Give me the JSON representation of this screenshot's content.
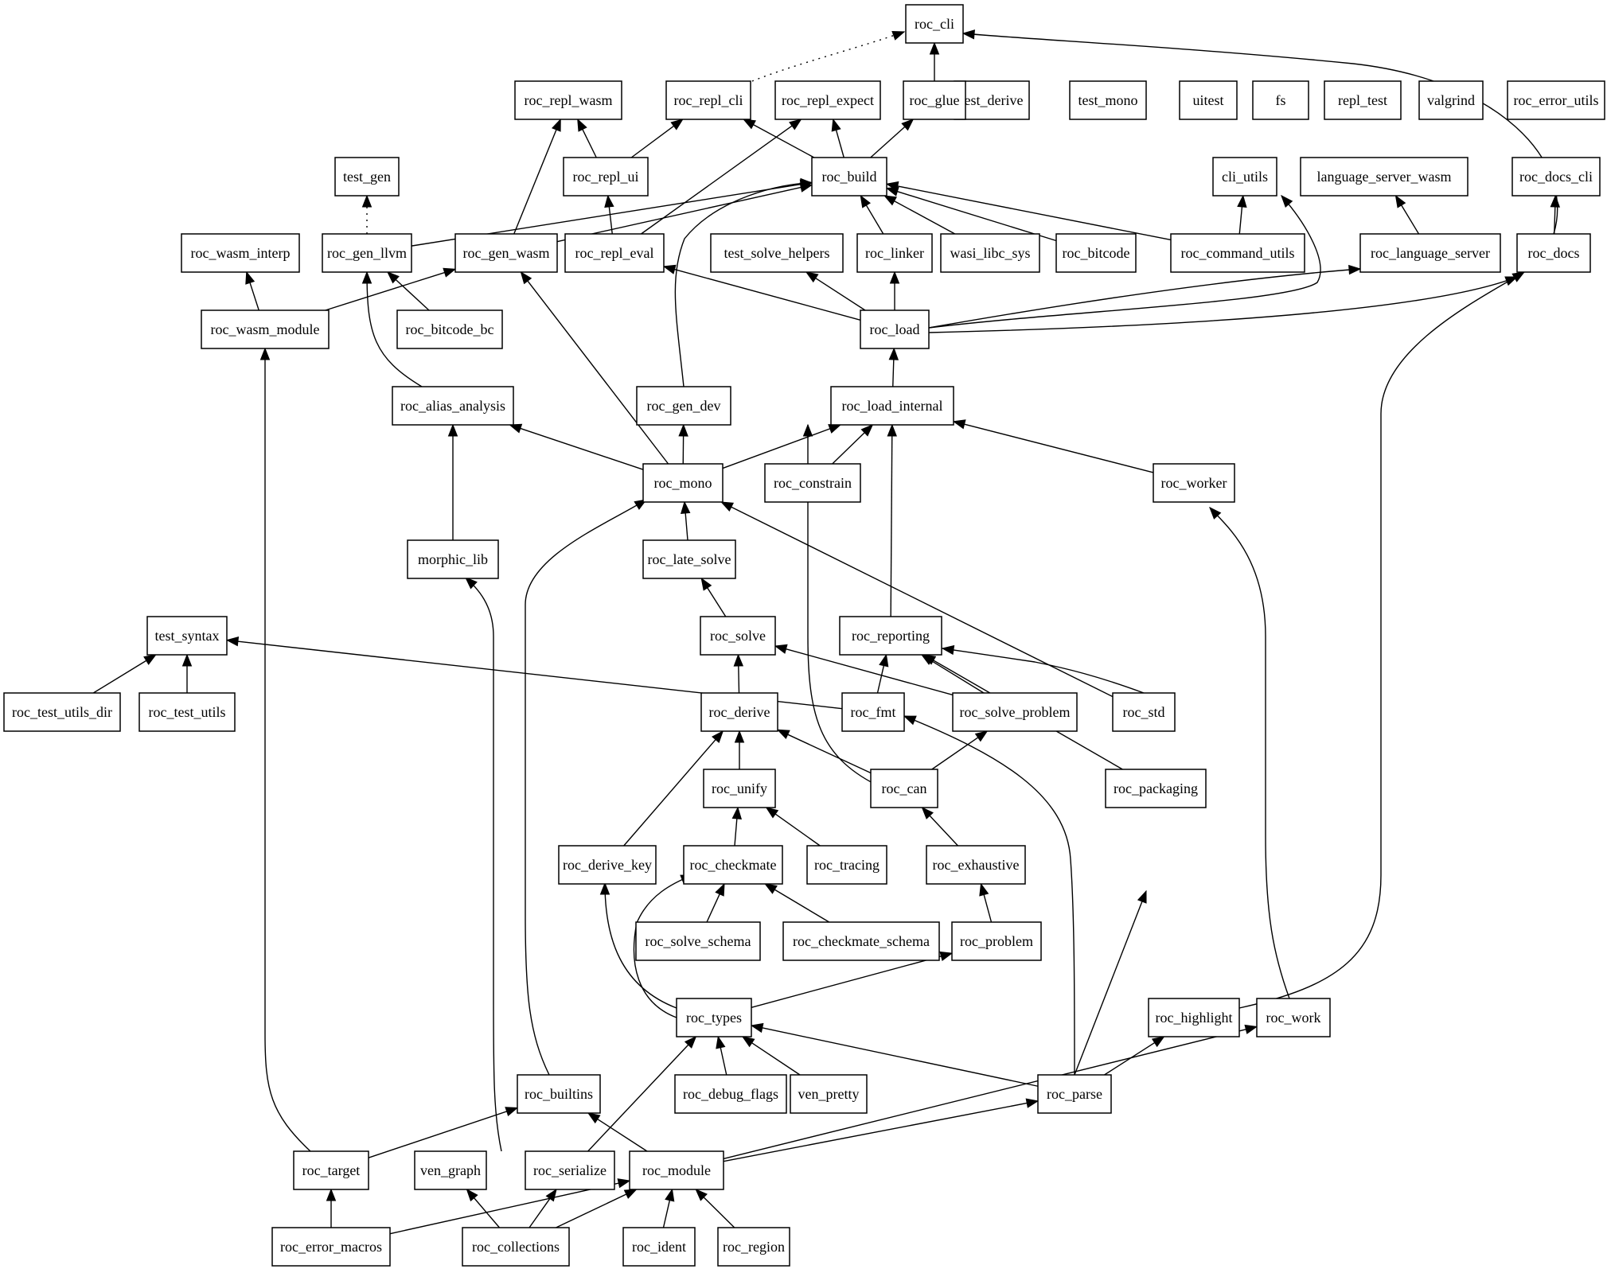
{
  "graph": {
    "nodes": [
      {
        "id": "roc_cli",
        "label": "roc_cli"
      },
      {
        "id": "test_derive",
        "label": "test_derive"
      },
      {
        "id": "test_mono",
        "label": "test_mono"
      },
      {
        "id": "uitest",
        "label": "uitest"
      },
      {
        "id": "fs",
        "label": "fs"
      },
      {
        "id": "repl_test",
        "label": "repl_test"
      },
      {
        "id": "valgrind",
        "label": "valgrind"
      },
      {
        "id": "roc_error_utils",
        "label": "roc_error_utils"
      },
      {
        "id": "roc_repl_wasm",
        "label": "roc_repl_wasm"
      },
      {
        "id": "roc_repl_cli",
        "label": "roc_repl_cli"
      },
      {
        "id": "roc_repl_expect",
        "label": "roc_repl_expect"
      },
      {
        "id": "roc_glue",
        "label": "roc_glue"
      },
      {
        "id": "test_gen",
        "label": "test_gen"
      },
      {
        "id": "roc_repl_ui",
        "label": "roc_repl_ui"
      },
      {
        "id": "roc_build",
        "label": "roc_build"
      },
      {
        "id": "cli_utils",
        "label": "cli_utils"
      },
      {
        "id": "language_server_wasm",
        "label": "language_server_wasm"
      },
      {
        "id": "roc_docs_cli",
        "label": "roc_docs_cli"
      },
      {
        "id": "roc_wasm_interp",
        "label": "roc_wasm_interp"
      },
      {
        "id": "roc_gen_llvm",
        "label": "roc_gen_llvm"
      },
      {
        "id": "roc_gen_wasm",
        "label": "roc_gen_wasm"
      },
      {
        "id": "roc_repl_eval",
        "label": "roc_repl_eval"
      },
      {
        "id": "test_solve_helpers",
        "label": "test_solve_helpers"
      },
      {
        "id": "roc_linker",
        "label": "roc_linker"
      },
      {
        "id": "wasi_libc_sys",
        "label": "wasi_libc_sys"
      },
      {
        "id": "roc_bitcode",
        "label": "roc_bitcode"
      },
      {
        "id": "roc_command_utils",
        "label": "roc_command_utils"
      },
      {
        "id": "roc_language_server",
        "label": "roc_language_server"
      },
      {
        "id": "roc_docs",
        "label": "roc_docs"
      },
      {
        "id": "roc_wasm_module",
        "label": "roc_wasm_module"
      },
      {
        "id": "roc_bitcode_bc",
        "label": "roc_bitcode_bc"
      },
      {
        "id": "roc_load",
        "label": "roc_load"
      },
      {
        "id": "roc_alias_analysis",
        "label": "roc_alias_analysis"
      },
      {
        "id": "roc_gen_dev",
        "label": "roc_gen_dev"
      },
      {
        "id": "roc_load_internal",
        "label": "roc_load_internal"
      },
      {
        "id": "roc_mono",
        "label": "roc_mono"
      },
      {
        "id": "roc_constrain",
        "label": "roc_constrain"
      },
      {
        "id": "roc_worker",
        "label": "roc_worker"
      },
      {
        "id": "morphic_lib",
        "label": "morphic_lib"
      },
      {
        "id": "roc_late_solve",
        "label": "roc_late_solve"
      },
      {
        "id": "test_syntax",
        "label": "test_syntax"
      },
      {
        "id": "roc_solve",
        "label": "roc_solve"
      },
      {
        "id": "roc_reporting",
        "label": "roc_reporting"
      },
      {
        "id": "roc_test_utils_dir",
        "label": "roc_test_utils_dir"
      },
      {
        "id": "roc_test_utils",
        "label": "roc_test_utils"
      },
      {
        "id": "roc_derive",
        "label": "roc_derive"
      },
      {
        "id": "roc_fmt",
        "label": "roc_fmt"
      },
      {
        "id": "roc_solve_problem",
        "label": "roc_solve_problem"
      },
      {
        "id": "roc_std",
        "label": "roc_std"
      },
      {
        "id": "roc_unify",
        "label": "roc_unify"
      },
      {
        "id": "roc_can",
        "label": "roc_can"
      },
      {
        "id": "roc_packaging",
        "label": "roc_packaging"
      },
      {
        "id": "roc_derive_key",
        "label": "roc_derive_key"
      },
      {
        "id": "roc_checkmate",
        "label": "roc_checkmate"
      },
      {
        "id": "roc_tracing",
        "label": "roc_tracing"
      },
      {
        "id": "roc_exhaustive",
        "label": "roc_exhaustive"
      },
      {
        "id": "roc_solve_schema",
        "label": "roc_solve_schema"
      },
      {
        "id": "roc_checkmate_schema",
        "label": "roc_checkmate_schema"
      },
      {
        "id": "roc_problem",
        "label": "roc_problem"
      },
      {
        "id": "roc_types",
        "label": "roc_types"
      },
      {
        "id": "roc_highlight",
        "label": "roc_highlight"
      },
      {
        "id": "roc_work",
        "label": "roc_work"
      },
      {
        "id": "roc_builtins",
        "label": "roc_builtins"
      },
      {
        "id": "roc_debug_flags",
        "label": "roc_debug_flags"
      },
      {
        "id": "ven_pretty",
        "label": "ven_pretty"
      },
      {
        "id": "roc_parse",
        "label": "roc_parse"
      },
      {
        "id": "roc_target",
        "label": "roc_target"
      },
      {
        "id": "ven_graph",
        "label": "ven_graph"
      },
      {
        "id": "roc_serialize",
        "label": "roc_serialize"
      },
      {
        "id": "roc_module",
        "label": "roc_module"
      },
      {
        "id": "roc_error_macros",
        "label": "roc_error_macros"
      },
      {
        "id": "roc_collections",
        "label": "roc_collections"
      },
      {
        "id": "roc_ident",
        "label": "roc_ident"
      },
      {
        "id": "roc_region",
        "label": "roc_region"
      }
    ],
    "edges": [
      {
        "from": "roc_repl_cli",
        "to": "roc_cli",
        "style": "dotted"
      },
      {
        "from": "roc_glue",
        "to": "roc_cli"
      },
      {
        "from": "roc_docs",
        "to": "roc_cli"
      },
      {
        "from": "roc_repl_ui",
        "to": "roc_repl_wasm"
      },
      {
        "from": "roc_gen_wasm",
        "to": "roc_repl_wasm"
      },
      {
        "from": "roc_repl_ui",
        "to": "roc_repl_cli"
      },
      {
        "from": "roc_build",
        "to": "roc_repl_cli"
      },
      {
        "from": "roc_build",
        "to": "roc_repl_expect"
      },
      {
        "from": "roc_repl_eval",
        "to": "roc_repl_expect"
      },
      {
        "from": "roc_build",
        "to": "roc_glue"
      },
      {
        "from": "roc_repl_eval",
        "to": "roc_repl_ui"
      },
      {
        "from": "roc_gen_llvm",
        "to": "test_gen",
        "style": "dotted"
      },
      {
        "from": "roc_gen_llvm",
        "to": "roc_build"
      },
      {
        "from": "roc_gen_wasm",
        "to": "roc_build"
      },
      {
        "from": "roc_gen_dev",
        "to": "roc_build"
      },
      {
        "from": "roc_linker",
        "to": "roc_build"
      },
      {
        "from": "wasi_libc_sys",
        "to": "roc_build"
      },
      {
        "from": "roc_bitcode",
        "to": "roc_build"
      },
      {
        "from": "roc_command_utils",
        "to": "roc_build"
      },
      {
        "from": "roc_command_utils",
        "to": "cli_utils"
      },
      {
        "from": "roc_load",
        "to": "cli_utils"
      },
      {
        "from": "roc_language_server",
        "to": "language_server_wasm"
      },
      {
        "from": "roc_docs",
        "to": "roc_docs_cli"
      },
      {
        "from": "roc_wasm_module",
        "to": "roc_wasm_interp"
      },
      {
        "from": "roc_bitcode_bc",
        "to": "roc_gen_llvm"
      },
      {
        "from": "roc_alias_analysis",
        "to": "roc_gen_llvm"
      },
      {
        "from": "roc_wasm_module",
        "to": "roc_gen_wasm"
      },
      {
        "from": "roc_mono",
        "to": "roc_gen_wasm"
      },
      {
        "from": "roc_load",
        "to": "roc_repl_eval"
      },
      {
        "from": "roc_load",
        "to": "test_solve_helpers"
      },
      {
        "from": "roc_load",
        "to": "roc_linker"
      },
      {
        "from": "roc_load",
        "to": "roc_language_server"
      },
      {
        "from": "roc_load",
        "to": "roc_docs"
      },
      {
        "from": "roc_highlight",
        "to": "roc_docs"
      },
      {
        "from": "roc_error_macros",
        "to": "roc_wasm_module"
      },
      {
        "from": "roc_load_internal",
        "to": "roc_load"
      },
      {
        "from": "roc_mono",
        "to": "roc_alias_analysis"
      },
      {
        "from": "morphic_lib",
        "to": "roc_alias_analysis"
      },
      {
        "from": "roc_mono",
        "to": "roc_gen_dev"
      },
      {
        "from": "roc_mono",
        "to": "roc_load_internal"
      },
      {
        "from": "roc_constrain",
        "to": "roc_load_internal"
      },
      {
        "from": "roc_reporting",
        "to": "roc_load_internal"
      },
      {
        "from": "roc_worker",
        "to": "roc_load_internal"
      },
      {
        "from": "roc_late_solve",
        "to": "roc_mono"
      },
      {
        "from": "roc_builtins",
        "to": "roc_mono"
      },
      {
        "from": "roc_std",
        "to": "roc_mono"
      },
      {
        "from": "roc_can",
        "to": "roc_constrain"
      },
      {
        "from": "roc_work",
        "to": "roc_worker"
      },
      {
        "from": "roc_collections",
        "to": "morphic_lib"
      },
      {
        "from": "roc_solve",
        "to": "roc_late_solve"
      },
      {
        "from": "roc_test_utils_dir",
        "to": "test_syntax"
      },
      {
        "from": "roc_test_utils",
        "to": "test_syntax"
      },
      {
        "from": "roc_fmt",
        "to": "test_syntax"
      },
      {
        "from": "roc_derive",
        "to": "roc_solve"
      },
      {
        "from": "roc_solve_problem",
        "to": "roc_solve"
      },
      {
        "from": "roc_fmt",
        "to": "roc_reporting"
      },
      {
        "from": "roc_solve_problem",
        "to": "roc_reporting"
      },
      {
        "from": "roc_std",
        "to": "roc_reporting"
      },
      {
        "from": "roc_packaging",
        "to": "roc_reporting"
      },
      {
        "from": "roc_unify",
        "to": "roc_derive"
      },
      {
        "from": "roc_derive_key",
        "to": "roc_derive"
      },
      {
        "from": "roc_can",
        "to": "roc_derive"
      },
      {
        "from": "roc_parse",
        "to": "roc_fmt"
      },
      {
        "from": "roc_can",
        "to": "roc_solve_problem"
      },
      {
        "from": "roc_checkmate",
        "to": "roc_unify"
      },
      {
        "from": "roc_tracing",
        "to": "roc_unify"
      },
      {
        "from": "roc_exhaustive",
        "to": "roc_can"
      },
      {
        "from": "roc_parse",
        "to": "roc_packaging"
      },
      {
        "from": "roc_types",
        "to": "roc_derive_key"
      },
      {
        "from": "roc_solve_schema",
        "to": "roc_checkmate"
      },
      {
        "from": "roc_checkmate_schema",
        "to": "roc_checkmate"
      },
      {
        "from": "roc_types",
        "to": "roc_checkmate"
      },
      {
        "from": "roc_problem",
        "to": "roc_exhaustive"
      },
      {
        "from": "roc_types",
        "to": "roc_problem"
      },
      {
        "from": "roc_debug_flags",
        "to": "roc_types"
      },
      {
        "from": "ven_pretty",
        "to": "roc_types"
      },
      {
        "from": "roc_parse",
        "to": "roc_types"
      },
      {
        "from": "roc_serialize",
        "to": "roc_types"
      },
      {
        "from": "roc_parse",
        "to": "roc_highlight"
      },
      {
        "from": "roc_module",
        "to": "roc_work"
      },
      {
        "from": "roc_module",
        "to": "roc_builtins"
      },
      {
        "from": "roc_target",
        "to": "roc_builtins"
      },
      {
        "from": "roc_module",
        "to": "roc_parse"
      },
      {
        "from": "roc_error_macros",
        "to": "roc_target"
      },
      {
        "from": "roc_collections",
        "to": "ven_graph"
      },
      {
        "from": "roc_collections",
        "to": "roc_serialize"
      },
      {
        "from": "roc_collections",
        "to": "roc_module"
      },
      {
        "from": "roc_error_macros",
        "to": "roc_module"
      },
      {
        "from": "roc_ident",
        "to": "roc_module"
      },
      {
        "from": "roc_region",
        "to": "roc_module"
      }
    ]
  }
}
